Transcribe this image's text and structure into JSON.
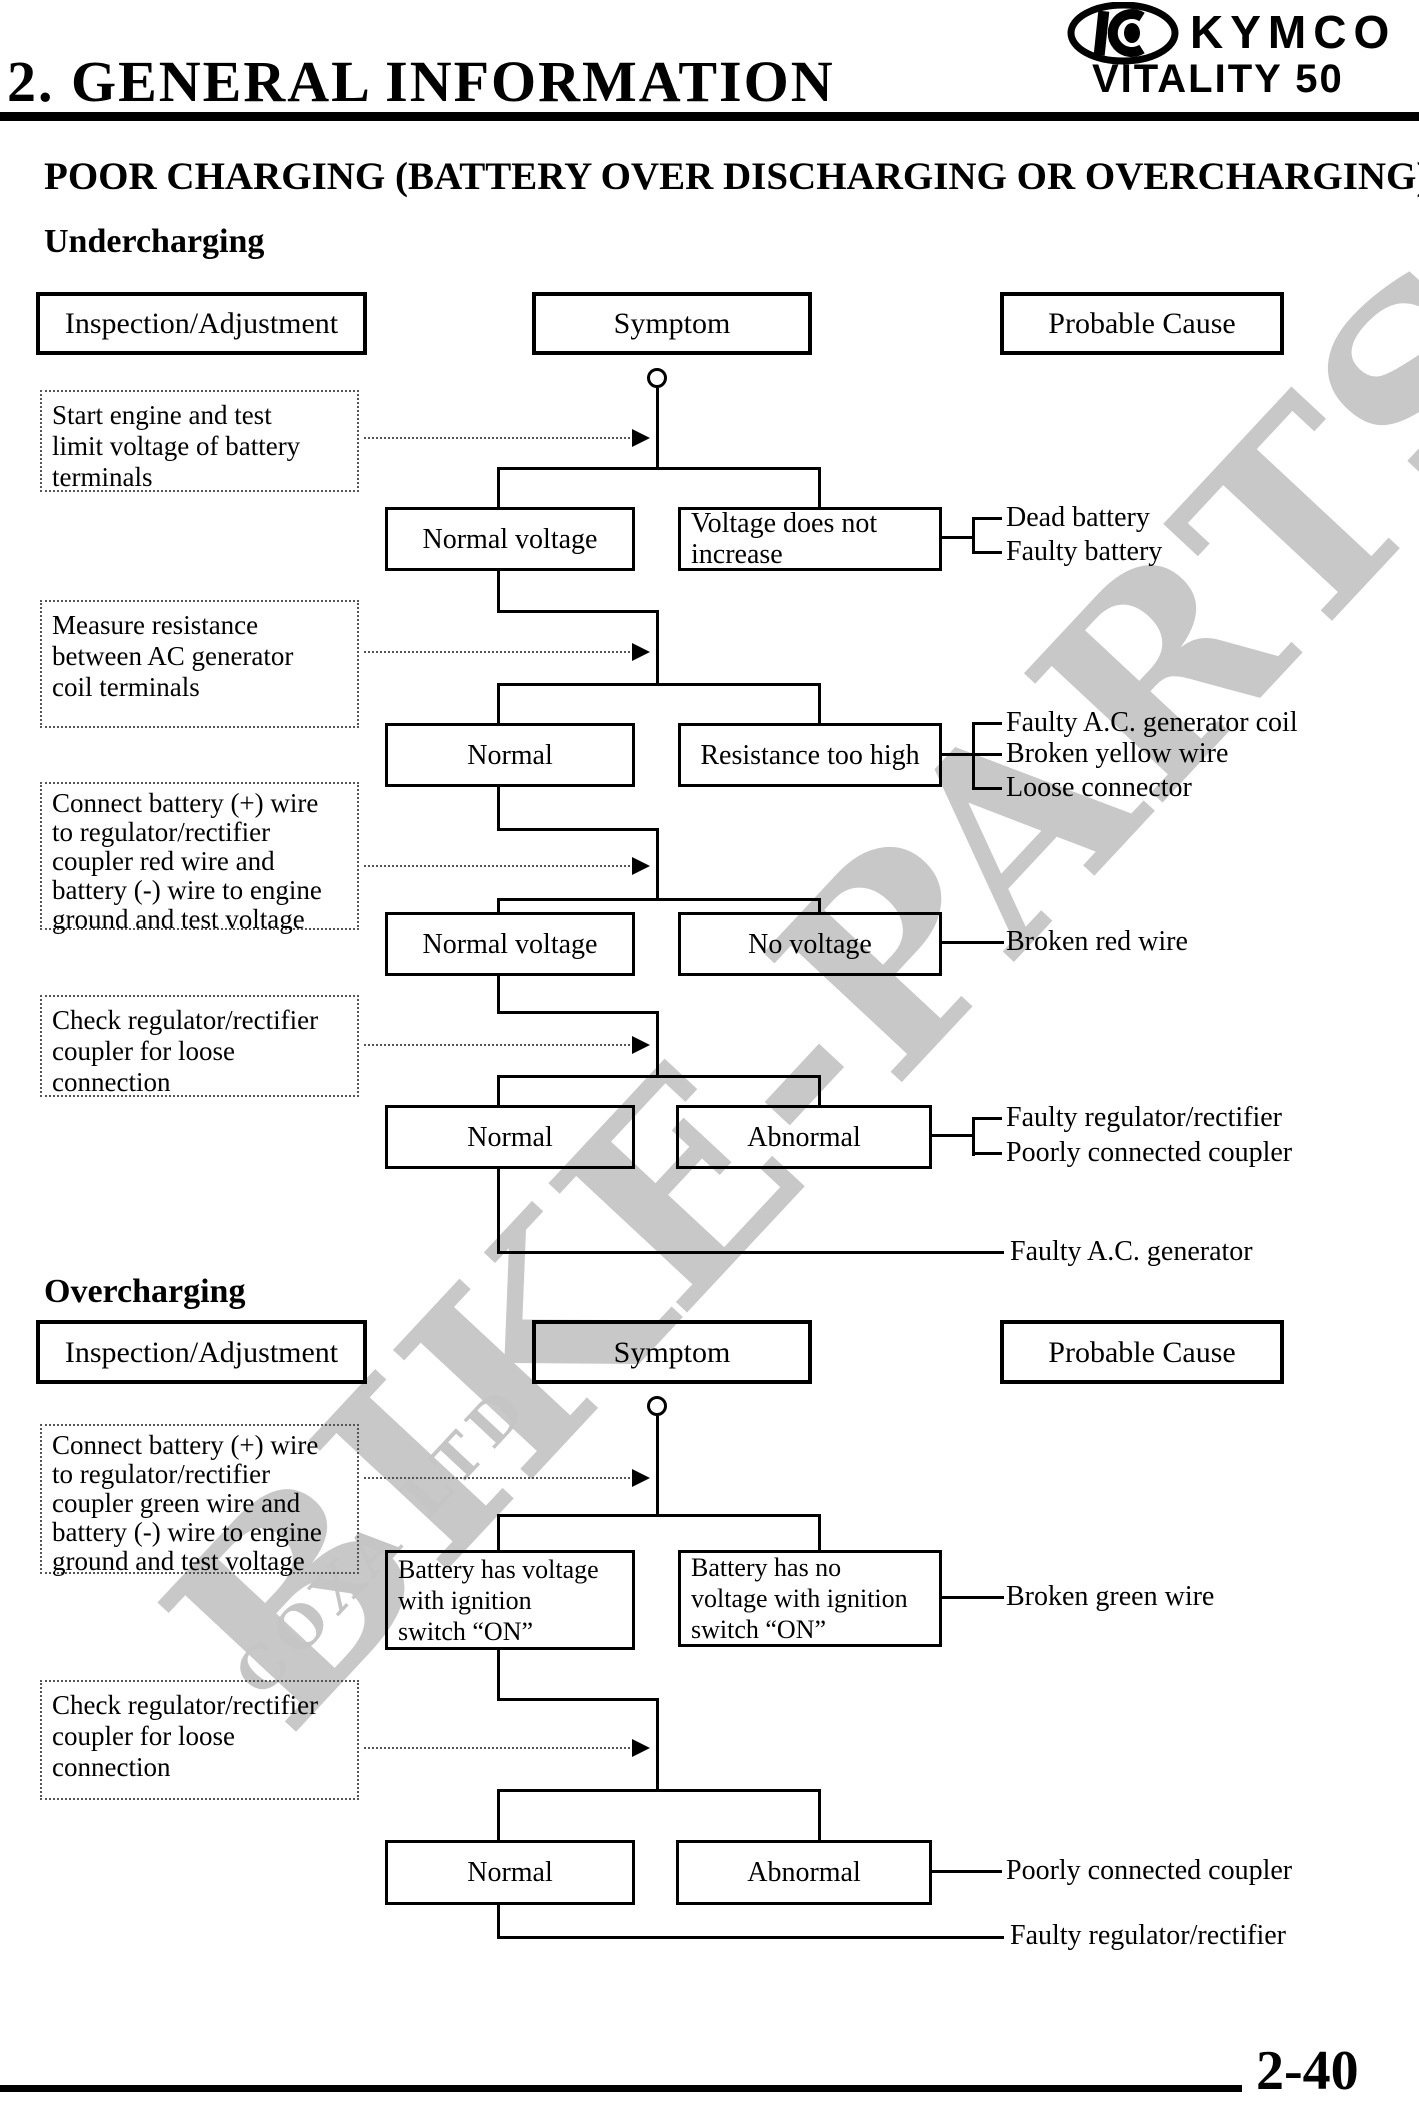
{
  "header": {
    "section_title": "2. GENERAL INFORMATION",
    "brand": "KYMCO",
    "model": "VITALITY 50"
  },
  "page": {
    "title": "POOR CHARGING (BATTERY OVER DISCHARGING OR OVERCHARGING)",
    "number": "2-40"
  },
  "watermark": {
    "line1": "BIKE-PARTS",
    "line2": "COXA LTD"
  },
  "undercharging": {
    "heading": "Undercharging",
    "columns": {
      "inspection": "Inspection/Adjustment",
      "symptom": "Symptom",
      "cause": "Probable Cause"
    },
    "inspections": [
      "Start engine and test\nlimit voltage of battery\nterminals",
      "Measure resistance\nbetween AC generator\ncoil terminals",
      "Connect battery (+) wire\nto regulator/rectifier\ncoupler red wire and\nbattery (-) wire to engine\nground and test voltage",
      "Check regulator/rectifier\ncoupler for loose\nconnection"
    ],
    "results": [
      "Normal voltage",
      "Normal",
      "Normal voltage",
      "Normal"
    ],
    "symptoms": [
      "Voltage does not\nincrease",
      "Resistance too high",
      "No voltage",
      "Abnormal"
    ],
    "causes": [
      [
        "Dead battery",
        "Faulty battery"
      ],
      [
        "Faulty A.C. generator coil",
        "Broken yellow wire",
        "Loose connector"
      ],
      [
        "Broken red wire"
      ],
      [
        "Faulty regulator/rectifier",
        "Poorly connected coupler"
      ]
    ],
    "final_cause": "Faulty A.C. generator"
  },
  "overcharging": {
    "heading": "Overcharging",
    "columns": {
      "inspection": "Inspection/Adjustment",
      "symptom": "Symptom",
      "cause": "Probable Cause"
    },
    "inspections": [
      "Connect battery (+) wire\nto regulator/rectifier\ncoupler green wire and\nbattery (-) wire to engine\nground and test voltage",
      "Check regulator/rectifier\ncoupler for loose\nconnection"
    ],
    "results": [
      "Battery has voltage\nwith ignition\nswitch “ON”",
      "Normal"
    ],
    "symptoms": [
      "Battery has no\nvoltage with ignition\nswitch “ON”",
      "Abnormal"
    ],
    "causes": [
      [
        "Broken green wire"
      ],
      [
        "Poorly connected coupler"
      ]
    ],
    "final_cause": "Faulty regulator/rectifier"
  }
}
